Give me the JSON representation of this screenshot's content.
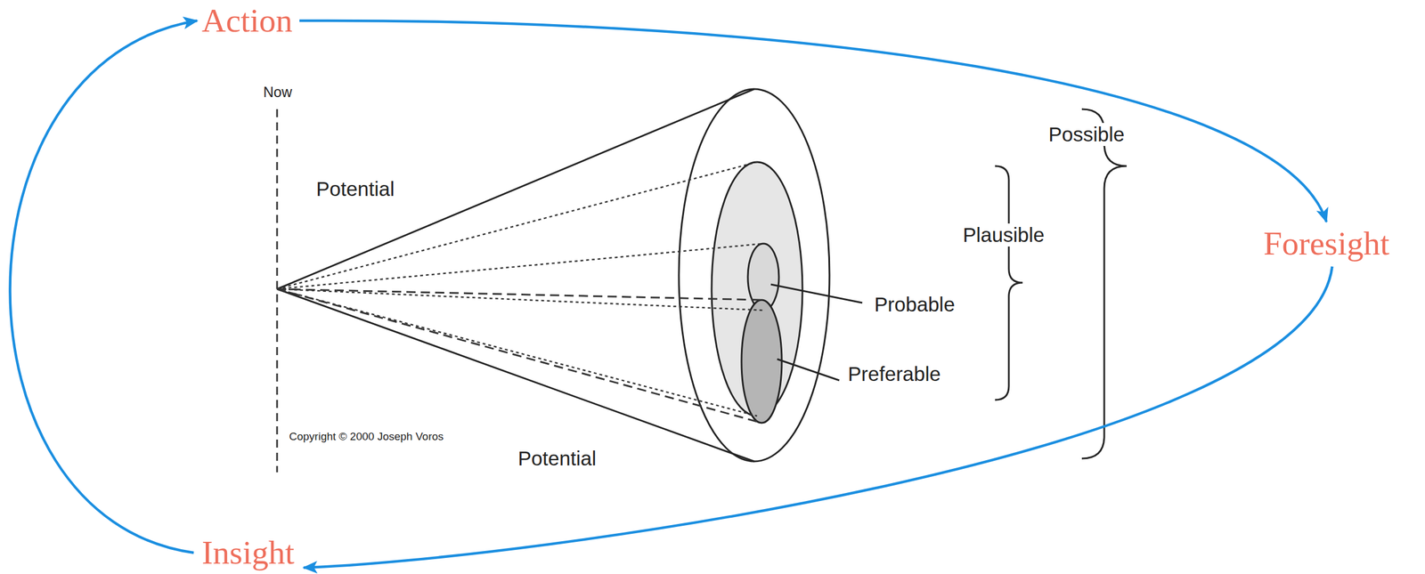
{
  "diagram": {
    "nodes": [
      {
        "text": [
          "Action"
        ]
      },
      {
        "text": [
          "Foresight"
        ]
      },
      {
        "text": [
          "Insight"
        ]
      }
    ],
    "edges": [
      {
        "from": 0,
        "to": 1,
        "arrow": "to"
      },
      {
        "from": 1,
        "to": 2,
        "arrow": "to"
      },
      {
        "from": 2,
        "to": 0,
        "arrow": "to"
      }
    ],
    "labels": [
      "Now",
      "Potential",
      "Potential",
      "Probable",
      "Preferable",
      "Plausible",
      "Possible",
      "Copyright © 2000 Joseph Voros"
    ]
  }
}
